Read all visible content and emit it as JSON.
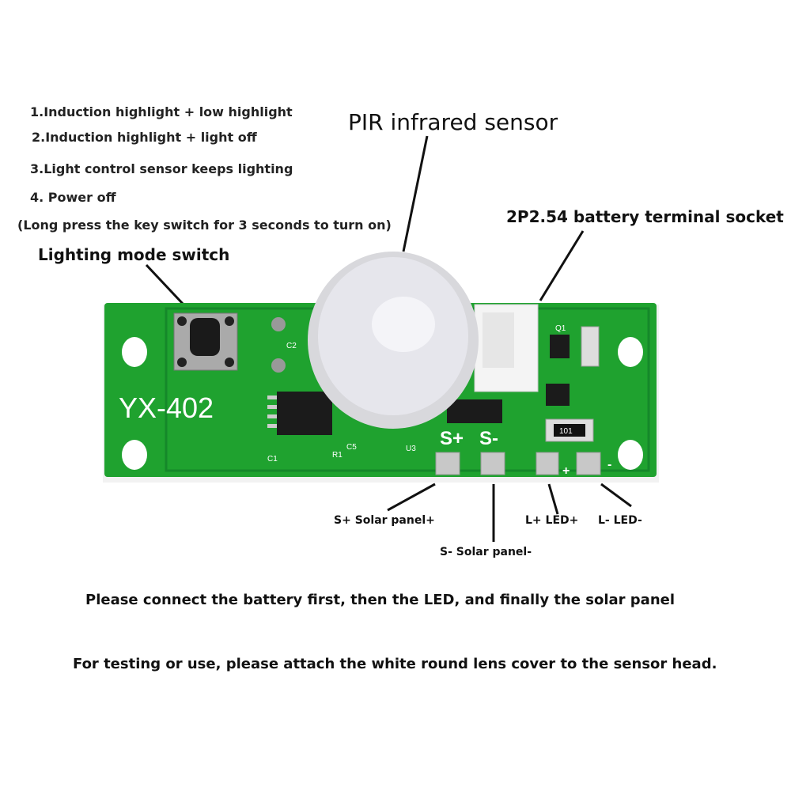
{
  "modes": {
    "items": [
      "1.Induction highlight + low highlight",
      "2.Induction highlight + light off",
      "3.Light control sensor keeps lighting",
      "4. Power off"
    ],
    "hint": "(Long press the key switch for 3 seconds to turn on)"
  },
  "callouts": {
    "switch": "Lighting mode switch",
    "pir": "PIR infrared sensor",
    "socket": "2P2.54 battery terminal socket",
    "s_plus": "S+ Solar panel+",
    "s_minus": "S- Solar panel-",
    "l_plus": "L+ LED+",
    "l_minus": "L- LED-"
  },
  "board": {
    "model": "YX-402",
    "s_plus": "S+",
    "s_minus": "S-",
    "plus": "+",
    "minus": "-",
    "c1": "C1",
    "c2": "C2",
    "c5": "C5",
    "r1": "R1",
    "u3": "U3",
    "q1": "Q1",
    "res": "101"
  },
  "notes": {
    "order": "Please connect the battery first, then the LED, and finally the solar panel",
    "lens": "For testing or use, please attach the white round lens cover to the sensor head."
  },
  "colors": {
    "pcb": "#1fa22f",
    "pcb_dark": "#158a25",
    "lens": "#e4e4ea"
  }
}
